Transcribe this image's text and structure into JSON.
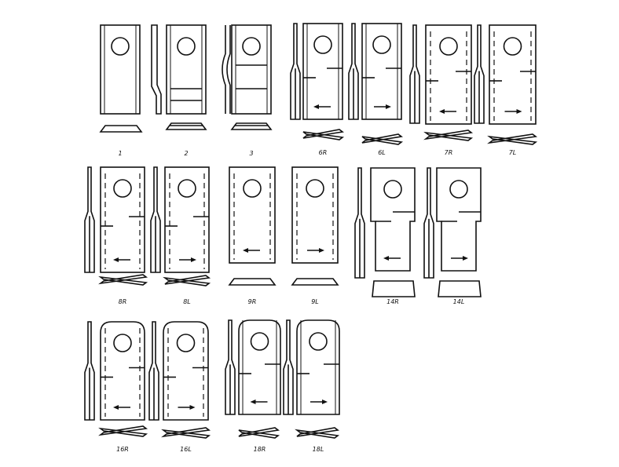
{
  "blades": [
    {
      "id": "1",
      "label": "1",
      "arrow": "none",
      "style": "plain"
    },
    {
      "id": "2",
      "label": "2",
      "arrow": "none",
      "style": "bent"
    },
    {
      "id": "3",
      "label": "3",
      "arrow": "none",
      "style": "curved"
    },
    {
      "id": "6R",
      "label": "6R",
      "arrow": "left",
      "style": "twist"
    },
    {
      "id": "6L",
      "label": "6L",
      "arrow": "right",
      "style": "twist"
    },
    {
      "id": "7R",
      "label": "7R",
      "arrow": "left",
      "style": "twist-dashed"
    },
    {
      "id": "7L",
      "label": "7L",
      "arrow": "right",
      "style": "twist-dashed"
    },
    {
      "id": "8R",
      "label": "8R",
      "arrow": "left",
      "style": "twist-dashed"
    },
    {
      "id": "8L",
      "label": "8L",
      "arrow": "right",
      "style": "twist-dashed"
    },
    {
      "id": "9R",
      "label": "9R",
      "arrow": "left",
      "style": "flat-dashed"
    },
    {
      "id": "9L",
      "label": "9L",
      "arrow": "right",
      "style": "flat-dashed"
    },
    {
      "id": "14R",
      "label": "14R",
      "arrow": "left",
      "style": "stepped"
    },
    {
      "id": "14L",
      "label": "14L",
      "arrow": "right",
      "style": "stepped"
    },
    {
      "id": "16R",
      "label": "16R",
      "arrow": "left",
      "style": "rounded-dashed"
    },
    {
      "id": "16L",
      "label": "16L",
      "arrow": "right",
      "style": "rounded-dashed"
    },
    {
      "id": "18R",
      "label": "18R",
      "arrow": "left",
      "style": "rounded"
    },
    {
      "id": "18L",
      "label": "18L",
      "arrow": "right",
      "style": "rounded"
    }
  ]
}
